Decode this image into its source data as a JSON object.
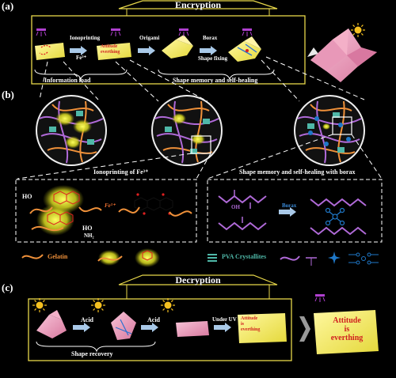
{
  "colors": {
    "frame": "#e8d84a",
    "dashed": "#ffffff",
    "film_yellow": "#f2ea5a",
    "film_pink": "#e59ab8",
    "arrow_blue": "#a9c9e8",
    "gelatin": "#f0913a",
    "pva": "#b06ad8",
    "borax": "#1f78c8",
    "fe_glow": "#e6e62a",
    "crystal": "#4fb8a8"
  },
  "encryption": {
    "title": "Encryption",
    "panel_label": "(a)",
    "step_ionoprinting": "Ionoprinting",
    "step_fe": "Fe³⁺",
    "film_text_line1": "Attitude",
    "film_text_line2": "everthing",
    "step_origami": "Origami",
    "step_borax": "Borax",
    "step_shape_fixing": "Shape fixing",
    "brace_information_load": "Information load",
    "brace_shape_memory": "Shape memory and self-healing"
  },
  "panel_b": {
    "panel_label": "(b)",
    "caption_ionoprinting": "Ionoprinting of Fe³⁺",
    "caption_shape_memory": "Shape memory and self-healing with borax",
    "chem_ho_1": "HO",
    "chem_ho_2": "HO",
    "chem_nh2": "NH₂",
    "chem_fe": "Fe³⁺",
    "chem_oh": "OH",
    "chem_borax": "Borax",
    "legend_gelatin": "Gelatin",
    "legend_pva": "PVA Crystallites"
  },
  "decryption": {
    "title": "Decryption",
    "panel_label": "(c)",
    "step_acid_1": "Acid",
    "step_acid_2": "Acid",
    "step_under_uv": "Under UV",
    "small_text_line1": "Attitude",
    "small_text_line2": "is",
    "small_text_line3": "everthing",
    "brace_shape_recovery": "Shape recovery",
    "big_text_line1": "Attitude",
    "big_text_line2": "is",
    "big_text_line3": "everthing"
  },
  "icons": [
    "sun-icon",
    "uv-lamp-icon",
    "arrow-icon",
    "chevron-right-icon"
  ]
}
